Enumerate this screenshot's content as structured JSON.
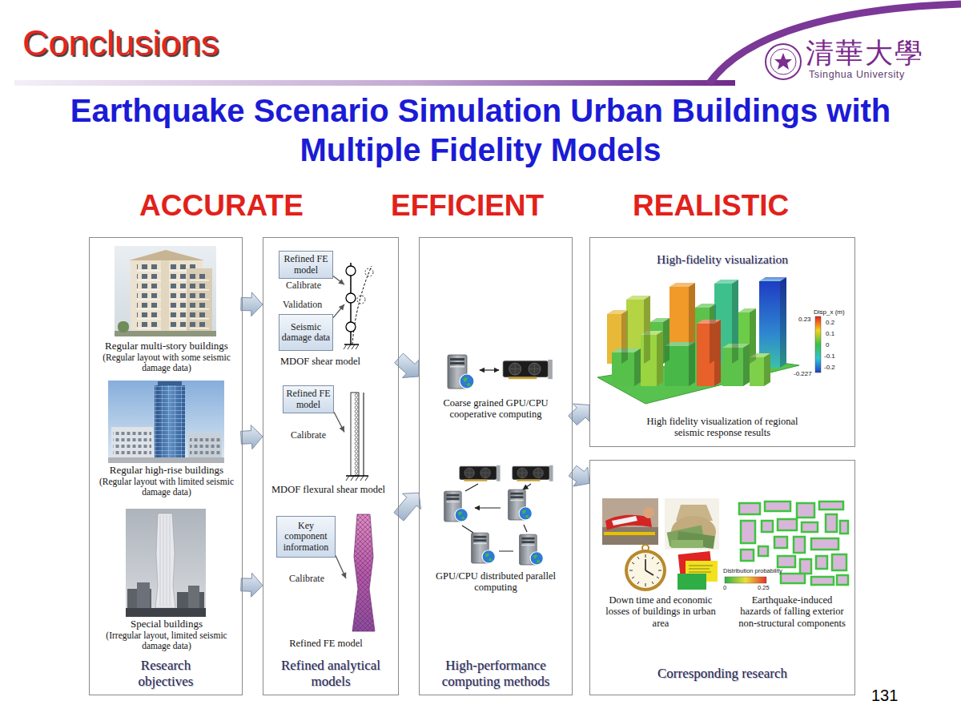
{
  "diagram": {
    "title": "Earthquake Scenario Simulation Urban Buildings with Multiple Fidelity Models",
    "nodes": [
      {
        "text": [
          "Research objectives"
        ]
      },
      {
        "text": [
          "Regular multi-story buildings",
          "(Regular layout with some seismic damage data)"
        ],
        "in": 0
      },
      {
        "text": [
          "Regular high-rise buildings",
          "(Regular layout with limited seismic damage data)"
        ],
        "in": 0
      },
      {
        "text": [
          "Special buildings",
          "(Irregular layout, limited seismic damage data)"
        ],
        "in": 0
      },
      {
        "text": [
          "Refined analytical models"
        ]
      },
      {
        "text": [
          "Refined FE model"
        ],
        "in": 4
      },
      {
        "text": [
          "Seismic damage data"
        ],
        "in": 4
      },
      {
        "text": [
          "MDOF shear model"
        ],
        "in": 4
      },
      {
        "text": [
          "Refined FE model"
        ],
        "in": 4
      },
      {
        "text": [
          "MDOF flexural shear model"
        ],
        "in": 4
      },
      {
        "text": [
          "Key component information"
        ],
        "in": 4
      },
      {
        "text": [
          "Refined FE model"
        ],
        "in": 4
      },
      {
        "text": [
          "High-performance computing methods"
        ]
      },
      {
        "text": [
          "Coarse grained GPU/CPU cooperative computing"
        ],
        "in": 12
      },
      {
        "text": [
          "GPU/CPU distributed parallel computing"
        ],
        "in": 12
      },
      {
        "text": [
          "High-fidelity visualization",
          "High fidelity visualization of regional seismic response results"
        ]
      },
      {
        "text": [
          "Corresponding research"
        ]
      },
      {
        "text": [
          "Down time and economic losses of buildings in urban area"
        ],
        "in": 16
      },
      {
        "text": [
          "Earthquake-induced hazards of falling exterior non-structural components"
        ],
        "in": 16
      }
    ],
    "edges": [
      {
        "from": 1,
        "to": 4,
        "arrow": "to"
      },
      {
        "from": 2,
        "to": 4,
        "arrow": "to"
      },
      {
        "from": 3,
        "to": 4,
        "arrow": "to"
      },
      {
        "from": 5,
        "to": 7,
        "label": "Calibrate",
        "arrow": "to"
      },
      {
        "from": 6,
        "to": 7,
        "label": "Validation",
        "arrow": "to"
      },
      {
        "from": 8,
        "to": 9,
        "label": "Calibrate",
        "arrow": "to"
      },
      {
        "from": 10,
        "to": 11,
        "label": "Calibrate",
        "arrow": "to"
      },
      {
        "from": 4,
        "to": 12,
        "arrow": "to"
      },
      {
        "from": 4,
        "to": 12,
        "arrow": "to"
      },
      {
        "from": 12,
        "to": 15,
        "arrow": "to"
      },
      {
        "from": 12,
        "to": 16,
        "arrow": "to"
      }
    ],
    "labels": [
      "Conclusions",
      "清華大學",
      "Tsinghua University",
      "ACCURATE",
      "EFFICIENT",
      "REALISTIC",
      "Disp_x (m)",
      "0.23",
      "0.2",
      "0.1",
      "0",
      "-0.1",
      "-0.2",
      "-0.227",
      "Distribution probability",
      "0",
      "0.25",
      "131"
    ]
  }
}
